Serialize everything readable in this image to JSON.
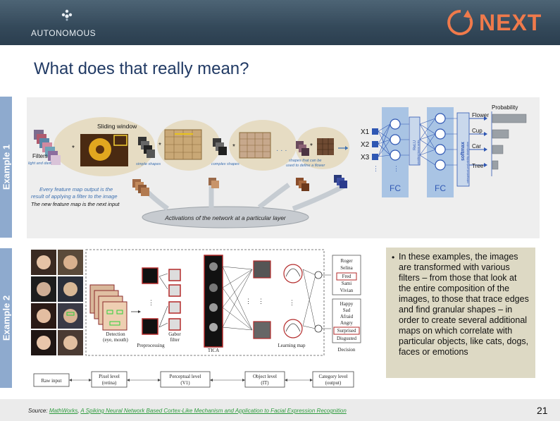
{
  "header": {
    "brand": "AUTONOMOUS",
    "logo_text": "NEXT"
  },
  "title": "What does that really mean?",
  "example1": {
    "tab_label": "Example 1",
    "sliding_window": "Sliding window",
    "filters_label": "Filters",
    "filters_sub": "light and dark",
    "simple_shapes": "simple shapes",
    "complex_shapes": "complex shapes",
    "flower_shapes_1": "shapes that can be",
    "flower_shapes_2": "used to define a flower",
    "caption_line1": "Every feature map output is the",
    "caption_line2": "result of applying a filter to the image",
    "caption_line3": "The new feature map is the next input",
    "activations": "Activations of the network at a particular layer",
    "inputs": [
      "X1",
      "X2",
      "X3"
    ],
    "fc1": "FC",
    "fc2": "FC",
    "relu_1": "ReLU",
    "relu_2": "rectified linear units",
    "softmax_1": "softmax",
    "softmax_2": "categorical probability distribution",
    "probability": "Probability",
    "classes": [
      "Flower",
      "Cup",
      "Car",
      "Tree"
    ],
    "probabilities": [
      0.95,
      0.45,
      0.3,
      0.15
    ]
  },
  "example2": {
    "tab_label": "Example 2",
    "detection_1": "Detection",
    "detection_2": "(eye, mouth)",
    "preprocessing": "Preprocessing",
    "gabor_1": "Gabor",
    "gabor_2": "filter",
    "tica": "TICA",
    "learning_map": "Learning map",
    "decision": "Decision",
    "names": [
      "Roger",
      "Selina",
      "Fred",
      "Sami",
      "Vivian"
    ],
    "highlighted_name": "Fred",
    "emotions": [
      "Happy",
      "Sad",
      "Afraid",
      "Angry",
      "Surprised",
      "Disgusted"
    ],
    "highlighted_emotion": "Surprised",
    "levels": [
      {
        "l1": "Raw input",
        "l2": ""
      },
      {
        "l1": "Pixel level",
        "l2": "(retina)"
      },
      {
        "l1": "Perceptual level",
        "l2": "(V1)"
      },
      {
        "l1": "Object level",
        "l2": "(IT)"
      },
      {
        "l1": "Category level",
        "l2": "(output)"
      }
    ]
  },
  "note": {
    "bullet": "•",
    "text": "In these examples, the images are transformed with various filters – from those that look at the entire composition of the images, to those that trace edges and find granular shapes – in order to create several additional maps on which correlate with particular objects, like cats, dogs, faces or emotions"
  },
  "footer": {
    "source_label": "Source:",
    "link1": "MathWorks",
    "sep": ", ",
    "link2": "A Spiking Neural Network Based Cortex-Like Mechanism and Application to Facial Expression Recognition",
    "page": "21"
  },
  "colors": {
    "header": "#34495a",
    "accent_orange": "#f07a4b",
    "title": "#213a64",
    "tab": "#8eaace",
    "note_bg": "#ddd9c4",
    "link": "#2e9b3e",
    "fc_band": "#a9c4e4",
    "node_blue": "#2f57b3"
  }
}
